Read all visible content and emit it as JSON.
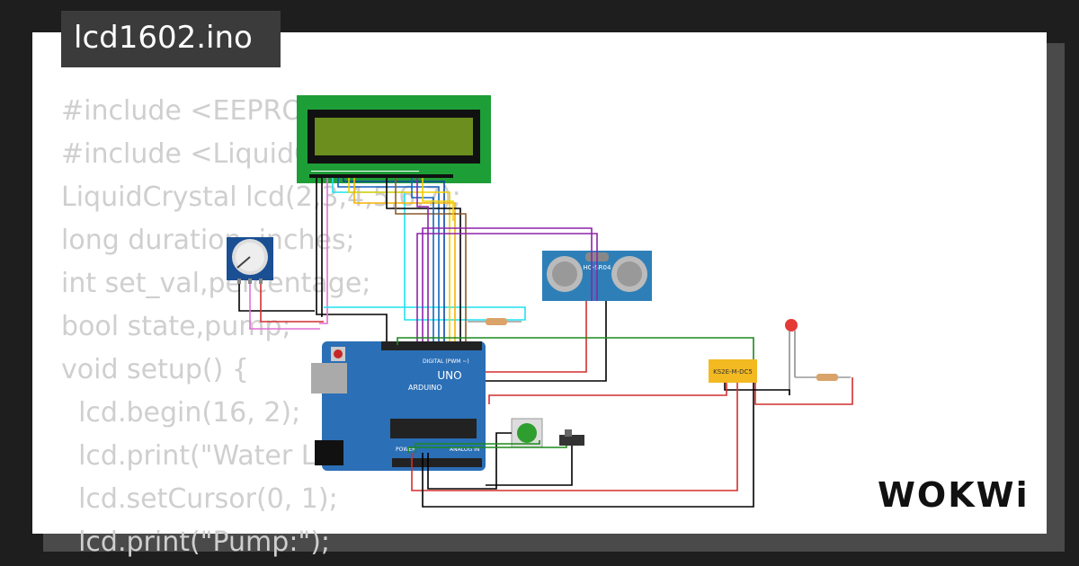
{
  "title": "lcd1602.ino",
  "code_lines": [
    "#include <EEPROM.h>",
    "#include <LiquidCrystal.h>",
    "LiquidCrystal lcd(2,3,4,5,6,7);",
    "long duration, inches;",
    "int set_val,percentage;",
    "bool state,pump;",
    "void setup() {",
    "  lcd.begin(16, 2);",
    "  lcd.print(\"Water Level:\");",
    "  lcd.setCursor(0, 1);",
    "  lcd.print(\"Pump:\");"
  ],
  "components": {
    "arduino_brand": "ARDUINO",
    "arduino_model": "UNO",
    "digital_label": "DIGITAL (PWM ~)",
    "power_label": "POWER",
    "analog_label": "ANALOG IN",
    "sensor_label": "HC-SR04",
    "relay_label": "KS2E-M-DC5"
  },
  "logo_text": "WOKWi",
  "colors": {
    "background": "#1e1e1e",
    "card": "#ffffff",
    "code_text": "#cfcfcf",
    "lcd_board": "#1e9e37",
    "arduino_board": "#2b6fb6",
    "sensor": "#2e7fb8",
    "relay": "#f3b920"
  }
}
